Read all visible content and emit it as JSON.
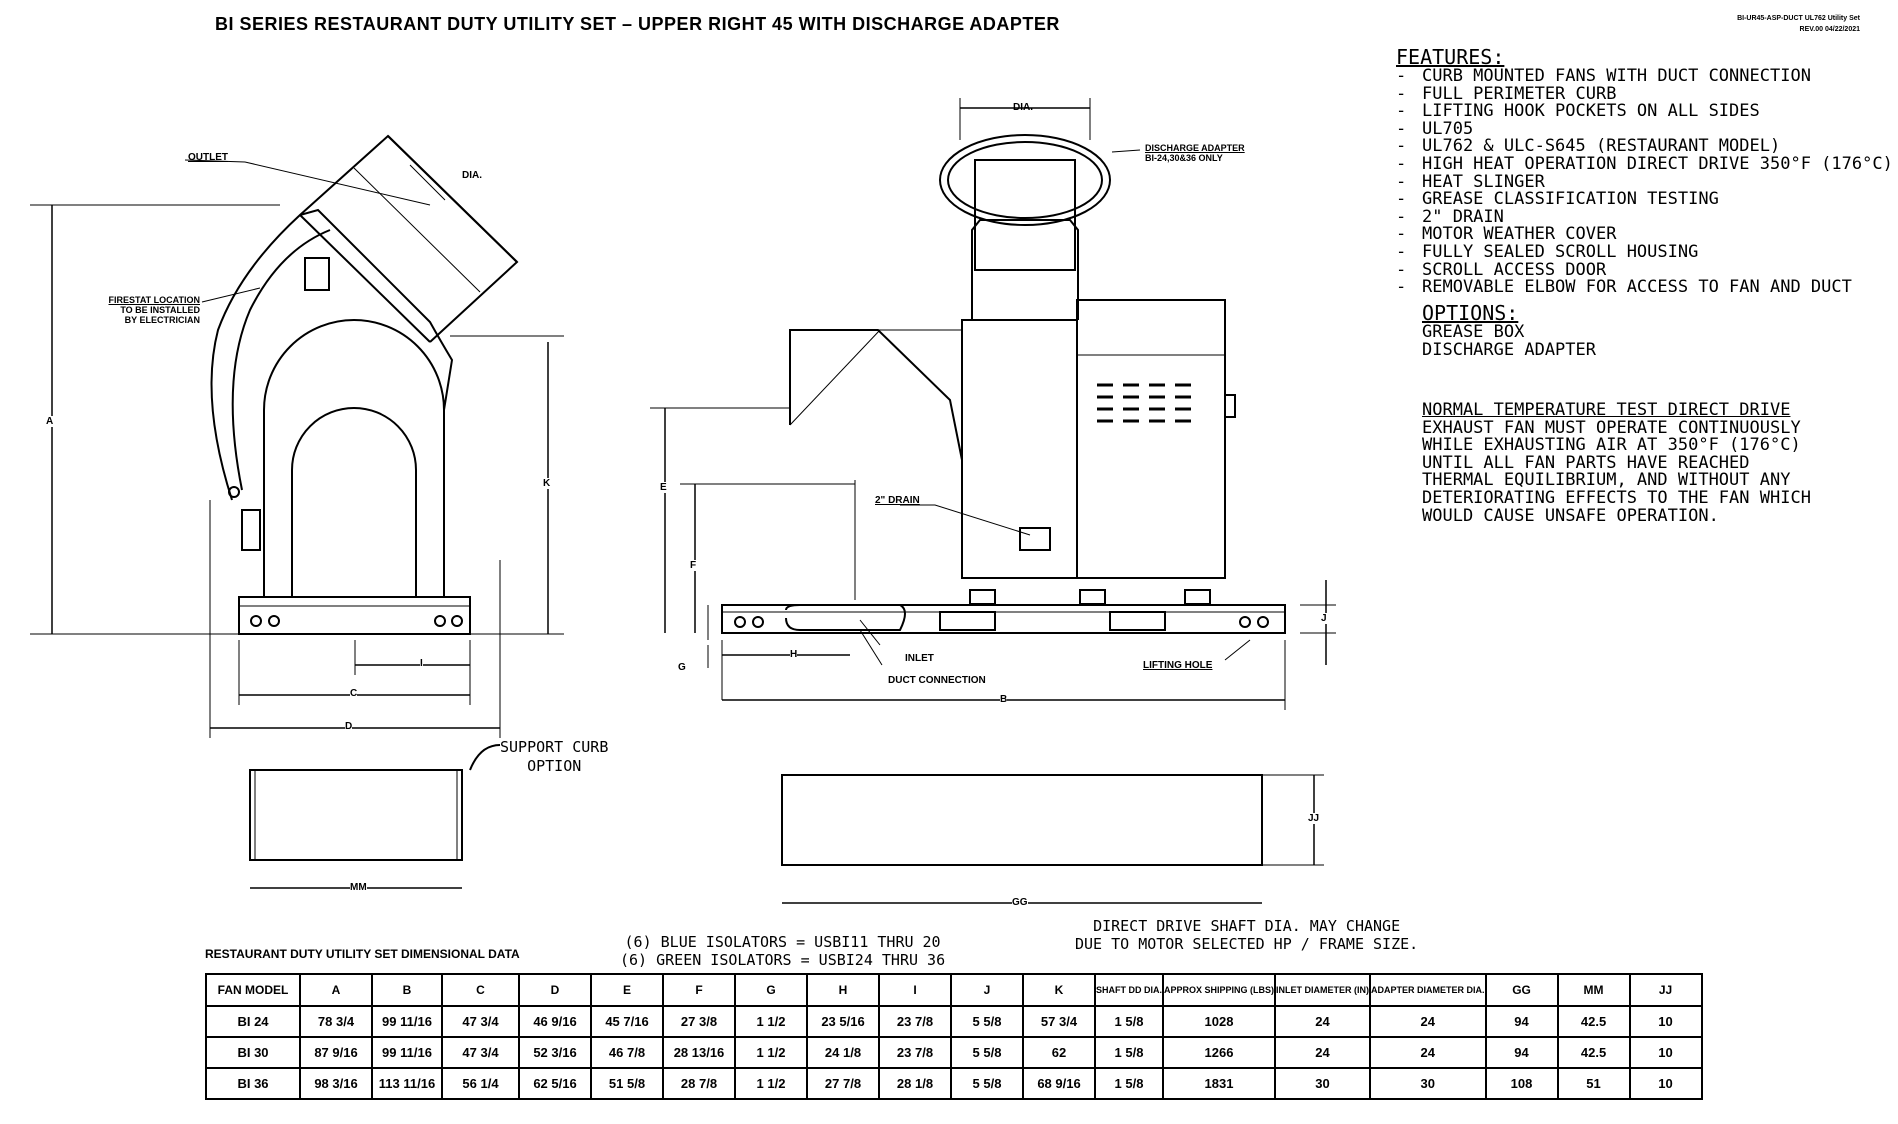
{
  "title": "BI SERIES RESTAURANT DUTY UTILITY SET – UPPER RIGHT 45 WITH DISCHARGE ADAPTER",
  "rev_block": {
    "line1": "BI-UR45-ASP-DUCT UL762 Utility Set",
    "line2": "REV.00 04/22/2021"
  },
  "features": {
    "heading": "FEATURES:",
    "items": [
      "CURB MOUNTED FANS WITH DUCT CONNECTION",
      "FULL PERIMETER CURB",
      "LIFTING HOOK POCKETS ON ALL SIDES",
      "UL705",
      "UL762 & ULC-S645 (RESTAURANT MODEL)",
      "HIGH HEAT OPERATION DIRECT DRIVE 350°F (176°C)",
      "HEAT SLINGER",
      "GREASE CLASSIFICATION TESTING",
      "2\" DRAIN",
      "MOTOR WEATHER COVER",
      "FULLY SEALED SCROLL HOUSING",
      "SCROLL ACCESS DOOR",
      "REMOVABLE ELBOW FOR ACCESS TO FAN AND DUCT"
    ]
  },
  "options": {
    "heading": "OPTIONS:",
    "items": [
      "GREASE BOX",
      "DISCHARGE ADAPTER"
    ]
  },
  "note": {
    "heading": "NORMAL TEMPERATURE TEST DIRECT DRIVE",
    "lines": [
      "EXHAUST FAN MUST OPERATE CONTINUOUSLY",
      "WHILE EXHAUSTING AIR AT 350°F (176°C)",
      "UNTIL ALL FAN PARTS HAVE REACHED",
      "THERMAL EQUILIBRIUM, AND WITHOUT ANY",
      "DETERIORATING EFFECTS TO THE FAN WHICH",
      "WOULD CAUSE UNSAFE OPERATION."
    ]
  },
  "callouts": {
    "outlet": "OUTLET",
    "dia": "DIA.",
    "firestat": [
      "FIRESTAT LOCATION",
      "TO BE INSTALLED",
      "BY ELECTRICIAN"
    ],
    "discharge_adapter": [
      "DISCHARGE ADAPTER",
      "BI-24,30&36 ONLY"
    ],
    "inlet": "INLET",
    "drain": "2\" DRAIN",
    "duct_connection": "DUCT CONNECTION",
    "lifting_hole": "LIFTING HOLE",
    "support_curb": [
      "SUPPORT CURB",
      "OPTION"
    ]
  },
  "dim_letters": {
    "a": "A",
    "k": "K",
    "i": "I",
    "c": "C",
    "d": "D",
    "e": "E",
    "f": "F",
    "g": "G",
    "h": "H",
    "b": "B",
    "j": "J",
    "mm": "MM",
    "gg": "GG",
    "jj": "JJ"
  },
  "isolators": [
    "(6) BLUE ISOLATORS = USBI11 THRU 20",
    "(6) GREEN ISOLATORS = USBI24 THRU 36"
  ],
  "shaft_note": [
    "DIRECT DRIVE SHAFT DIA. MAY CHANGE",
    "DUE TO MOTOR SELECTED HP / FRAME SIZE."
  ],
  "table": {
    "title": "RESTAURANT DUTY UTILITY SET DIMENSIONAL DATA",
    "headers": [
      "FAN MODEL",
      "A",
      "B",
      "C",
      "D",
      "E",
      "F",
      "G",
      "H",
      "I",
      "J",
      "K",
      "SHAFT DD DIA.",
      "APPROX SHIPPING (LBS)",
      "INLET DIAMETER (IN)",
      "ADAPTER DIAMETER DIA.",
      "GG",
      "MM",
      "JJ"
    ],
    "rows": [
      [
        "BI 24",
        "78 3/4",
        "99 11/16",
        "47 3/4",
        "46 9/16",
        "45 7/16",
        "27 3/8",
        "1 1/2",
        "23 5/16",
        "23 7/8",
        "5 5/8",
        "57 3/4",
        "1 5/8",
        "1028",
        "24",
        "24",
        "94",
        "42.5",
        "10"
      ],
      [
        "BI 30",
        "87 9/16",
        "99 11/16",
        "47 3/4",
        "52 3/16",
        "46 7/8",
        "28 13/16",
        "1 1/2",
        "24 1/8",
        "23 7/8",
        "5 5/8",
        "62",
        "1 5/8",
        "1266",
        "24",
        "24",
        "94",
        "42.5",
        "10"
      ],
      [
        "BI 36",
        "98 3/16",
        "113 11/16",
        "56 1/4",
        "62 5/16",
        "51 5/8",
        "28 7/8",
        "1 1/2",
        "27 7/8",
        "28 1/8",
        "5 5/8",
        "68 9/16",
        "1 5/8",
        "1831",
        "30",
        "30",
        "108",
        "51",
        "10"
      ]
    ]
  }
}
